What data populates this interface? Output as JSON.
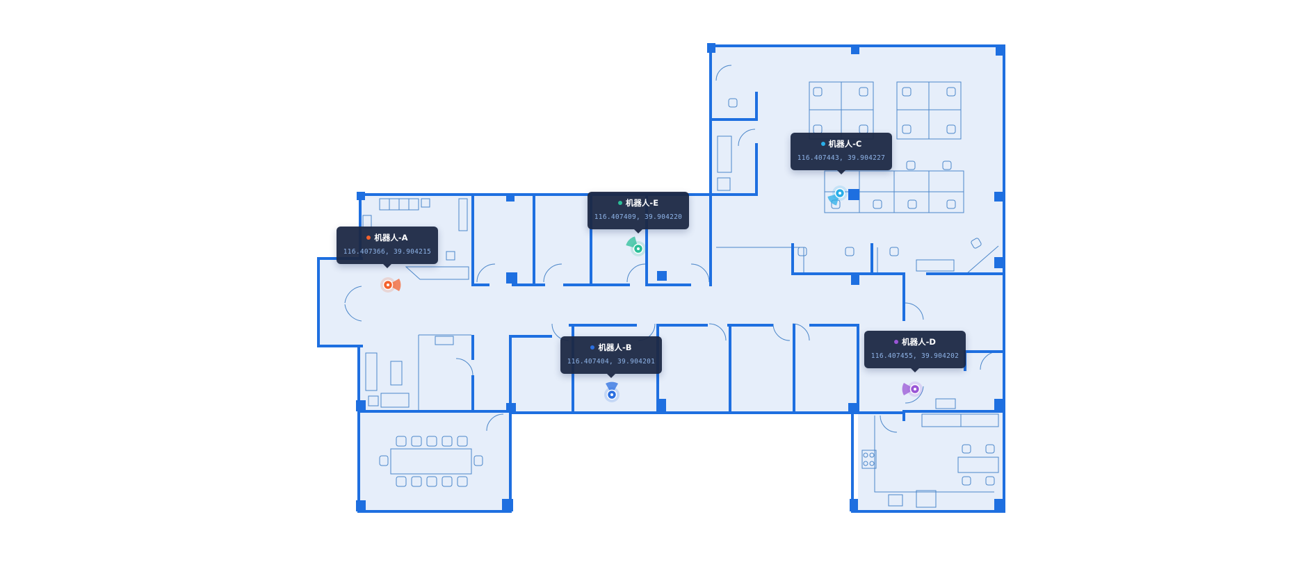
{
  "map": {
    "wall_color": "#1e6fe0",
    "floor_color": "#e6eefa",
    "furniture_color": "#4b86c9"
  },
  "robots": [
    {
      "id": "a",
      "label": "机器人-A",
      "coords": "116.407366, 39.904215",
      "color": "#f4622d",
      "icon": "robot-camera-icon",
      "heading": "right"
    },
    {
      "id": "b",
      "label": "机器人-B",
      "coords": "116.407404, 39.904201",
      "color": "#2b6fe0",
      "icon": "robot-camera-icon",
      "heading": "up"
    },
    {
      "id": "c",
      "label": "机器人-C",
      "coords": "116.407443, 39.904227",
      "color": "#2aaee8",
      "icon": "robot-camera-icon",
      "heading": "down-left"
    },
    {
      "id": "d",
      "label": "机器人-D",
      "coords": "116.407455, 39.904202",
      "color": "#9a55d6",
      "icon": "robot-camera-icon",
      "heading": "left"
    },
    {
      "id": "e",
      "label": "机器人-E",
      "coords": "116.407409, 39.904220",
      "color": "#2bbf98",
      "icon": "robot-camera-icon",
      "heading": "up-left"
    }
  ]
}
